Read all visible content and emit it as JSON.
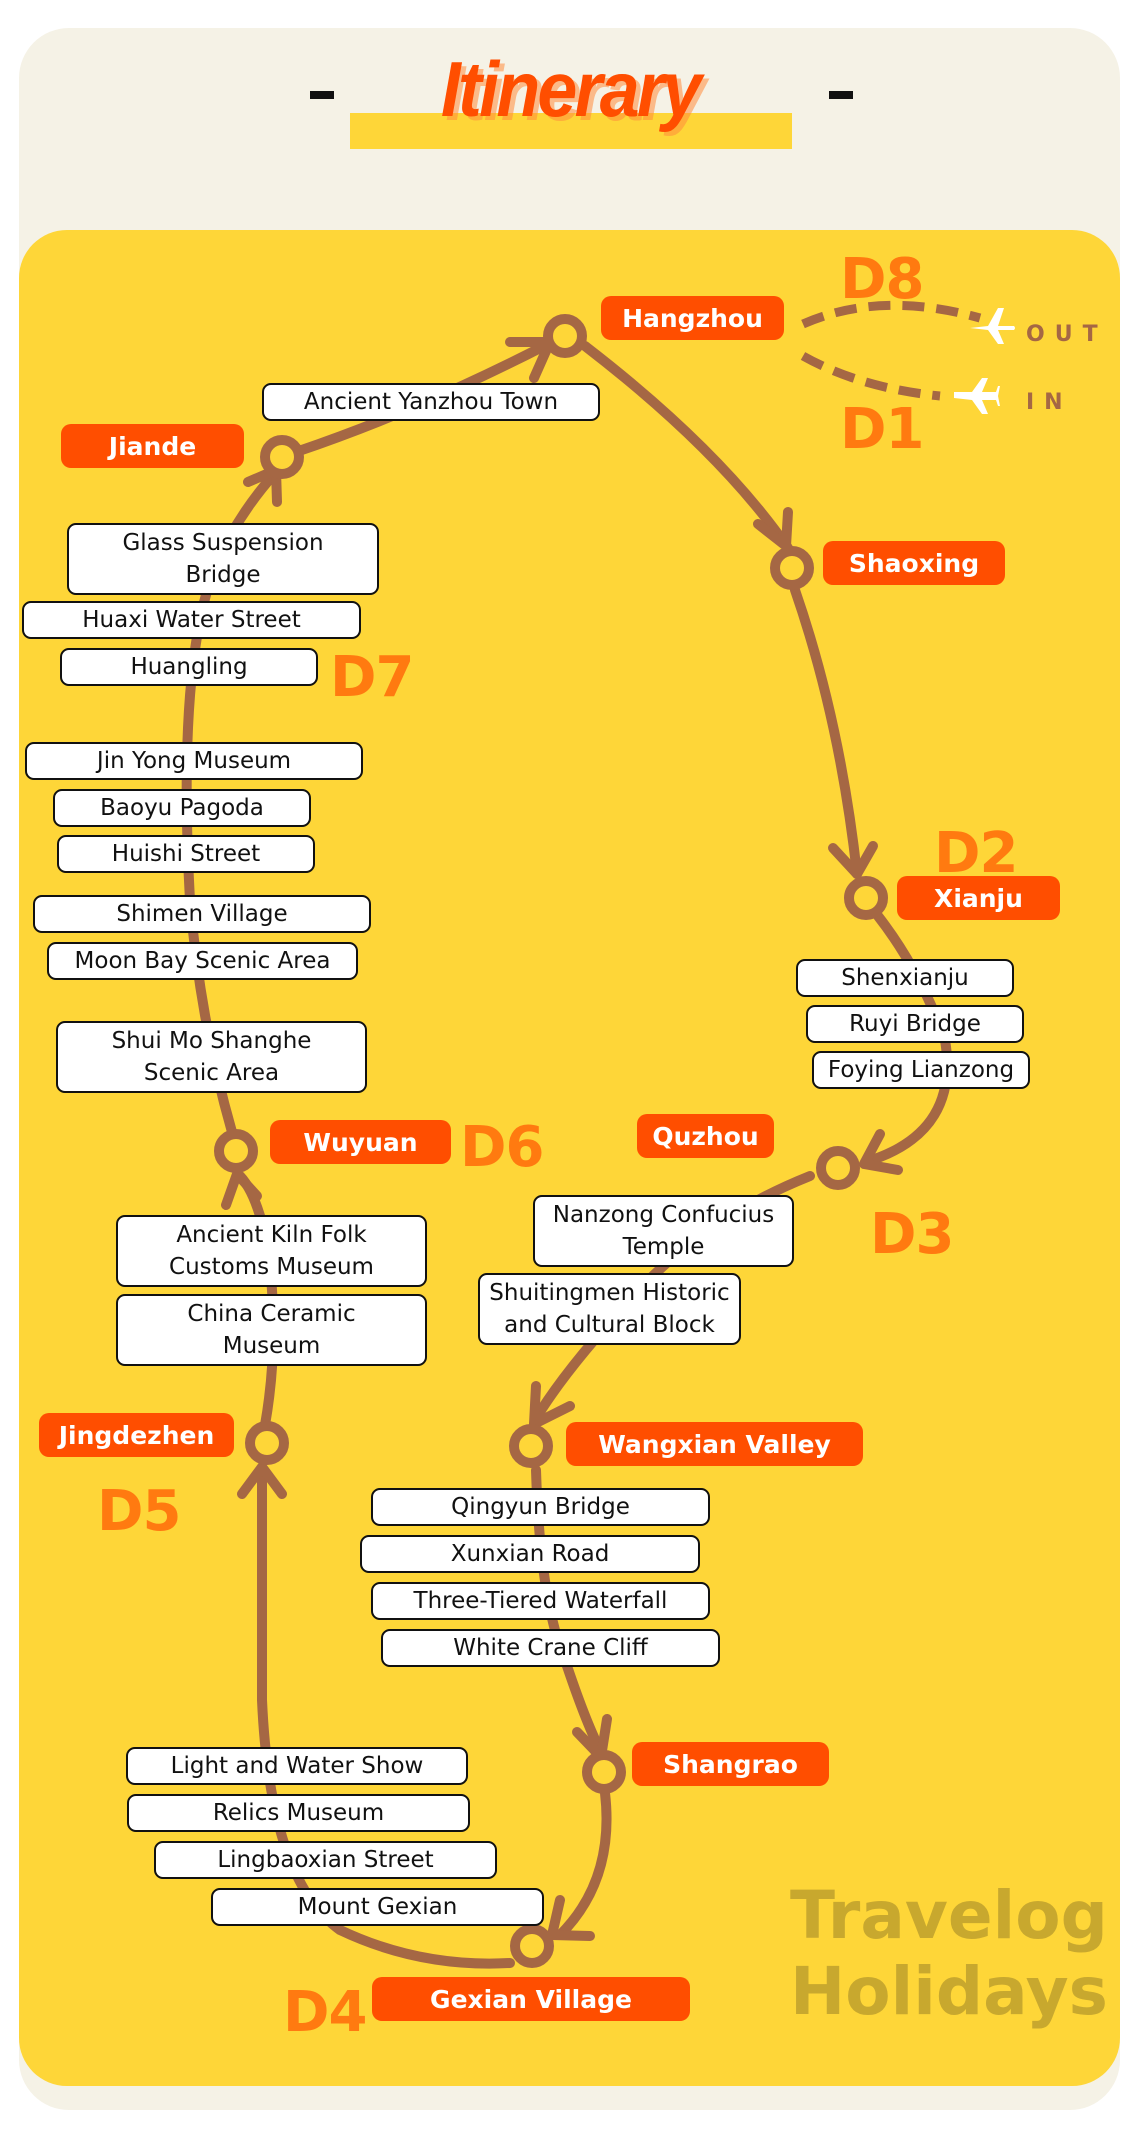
{
  "header": {
    "title": "Itinerary",
    "left_dash": "-",
    "right_dash": "-"
  },
  "colors": {
    "page_background": "#f5f2e6",
    "panel": "#fed638",
    "city_badge": "#ff4e00",
    "day_label": "#ff7a10",
    "route_line": "#a56744",
    "brand_text": "#c8a82e"
  },
  "flights": {
    "out_label": "OUT",
    "in_label": "IN",
    "out_icon": "airplane-icon",
    "in_icon": "airplane-icon"
  },
  "days": [
    {
      "label": "D1"
    },
    {
      "label": "D2"
    },
    {
      "label": "D3"
    },
    {
      "label": "D4"
    },
    {
      "label": "D5"
    },
    {
      "label": "D6"
    },
    {
      "label": "D7"
    },
    {
      "label": "D8"
    }
  ],
  "cities": [
    {
      "name": "Hangzhou"
    },
    {
      "name": "Shaoxing"
    },
    {
      "name": "Xianju"
    },
    {
      "name": "Quzhou"
    },
    {
      "name": "Wangxian Valley"
    },
    {
      "name": "Shangrao"
    },
    {
      "name": "Gexian Village"
    },
    {
      "name": "Jingdezhen"
    },
    {
      "name": "Wuyuan"
    },
    {
      "name": "Jiande"
    }
  ],
  "attractions": {
    "xianju": [
      "Shenxianju",
      "Ruyi Bridge",
      "Foying Lianzong"
    ],
    "quzhou": [
      "Nanzong Confucius\nTemple",
      "Shuitingmen Historic\nand Cultural Block"
    ],
    "wangxian": [
      "Qingyun Bridge",
      "Xunxian Road",
      "Three-Tiered Waterfall",
      "White Crane Cliff"
    ],
    "gexian": [
      "Light and Water Show",
      "Relics Museum",
      "Lingbaoxian Street",
      "Mount Gexian"
    ],
    "jingdezhen": [
      "Ancient Kiln Folk\nCustoms Museum",
      "China Ceramic\nMuseum"
    ],
    "wuyuan": [
      "Jin Yong Museum",
      "Baoyu Pagoda",
      "Huishi Street",
      "Shimen Village",
      "Moon Bay Scenic Area",
      "Shui Mo Shanghe\nScenic Area"
    ],
    "jiande": [
      "Glass Suspension\nBridge",
      "Huaxi Water Street",
      "Huangling"
    ],
    "hangzhou": [
      "Ancient Yanzhou Town"
    ]
  },
  "brand": {
    "line1": "Travelog",
    "line2": "Holidays"
  }
}
